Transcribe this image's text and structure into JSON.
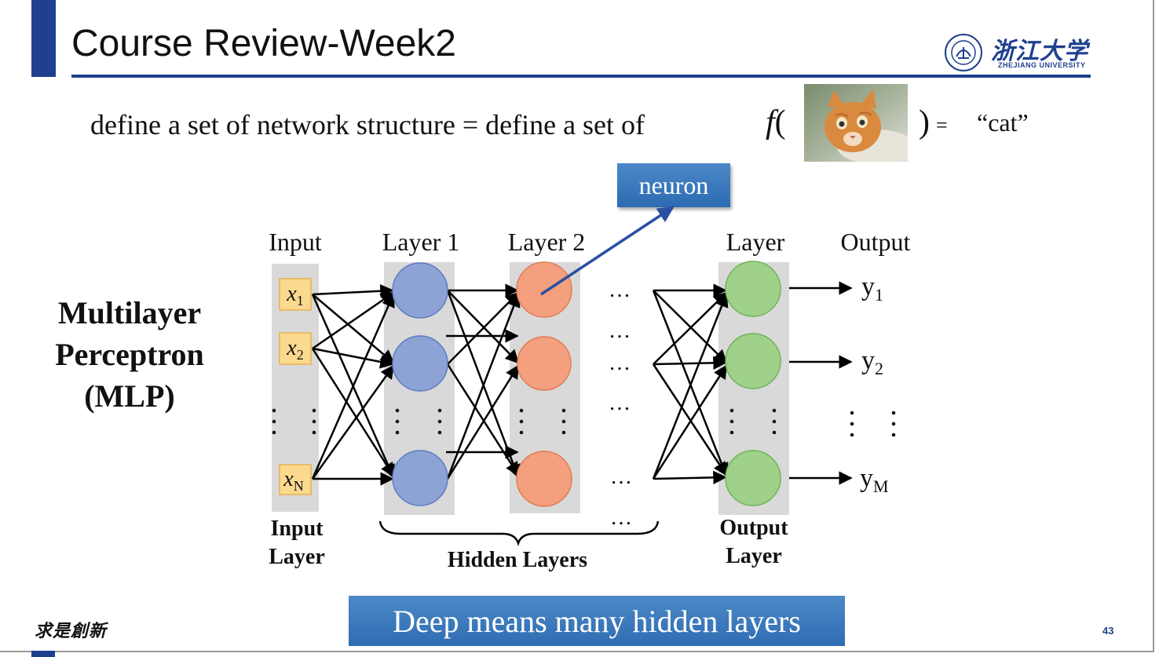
{
  "slide": {
    "title": "Course Review-Week2",
    "page_number": "43",
    "footer_motto": "求是創新"
  },
  "logo": {
    "name_cn": "浙江大学",
    "name_en": "ZHEJIANG UNIVERSITY"
  },
  "definition": {
    "text": "define a set of network structure = define a set of",
    "function_symbol": "f",
    "equals": "=",
    "output": "“cat”"
  },
  "callout": {
    "neuron": "neuron",
    "deep": "Deep means many hidden layers"
  },
  "mlp_label": [
    "Multilayer",
    "Perceptron",
    "(MLP)"
  ],
  "network": {
    "column_headers": [
      "Input",
      "Layer 1",
      "Layer 2",
      "Layer",
      "Output"
    ],
    "inputs": [
      {
        "var": "x",
        "sub": "1"
      },
      {
        "var": "x",
        "sub": "2"
      },
      {
        "var": "x",
        "sub": "N"
      }
    ],
    "outputs": [
      {
        "var": "y",
        "sub": "1"
      },
      {
        "var": "y",
        "sub": "2"
      },
      {
        "var": "y",
        "sub": "M"
      }
    ],
    "ellipsis_h": "…",
    "bottom_labels": {
      "input_line1": "Input",
      "input_line2": "Layer",
      "hidden": "Hidden Layers",
      "output_line1": "Output",
      "output_line2": "Layer"
    },
    "colors": {
      "input_box": "#fbd98e",
      "layer1": "#8da3d6",
      "layer2": "#f4a07f",
      "output": "#9fd18a",
      "panel": "#d9d9d9",
      "arrow_blue": "#2a4fa3"
    }
  }
}
